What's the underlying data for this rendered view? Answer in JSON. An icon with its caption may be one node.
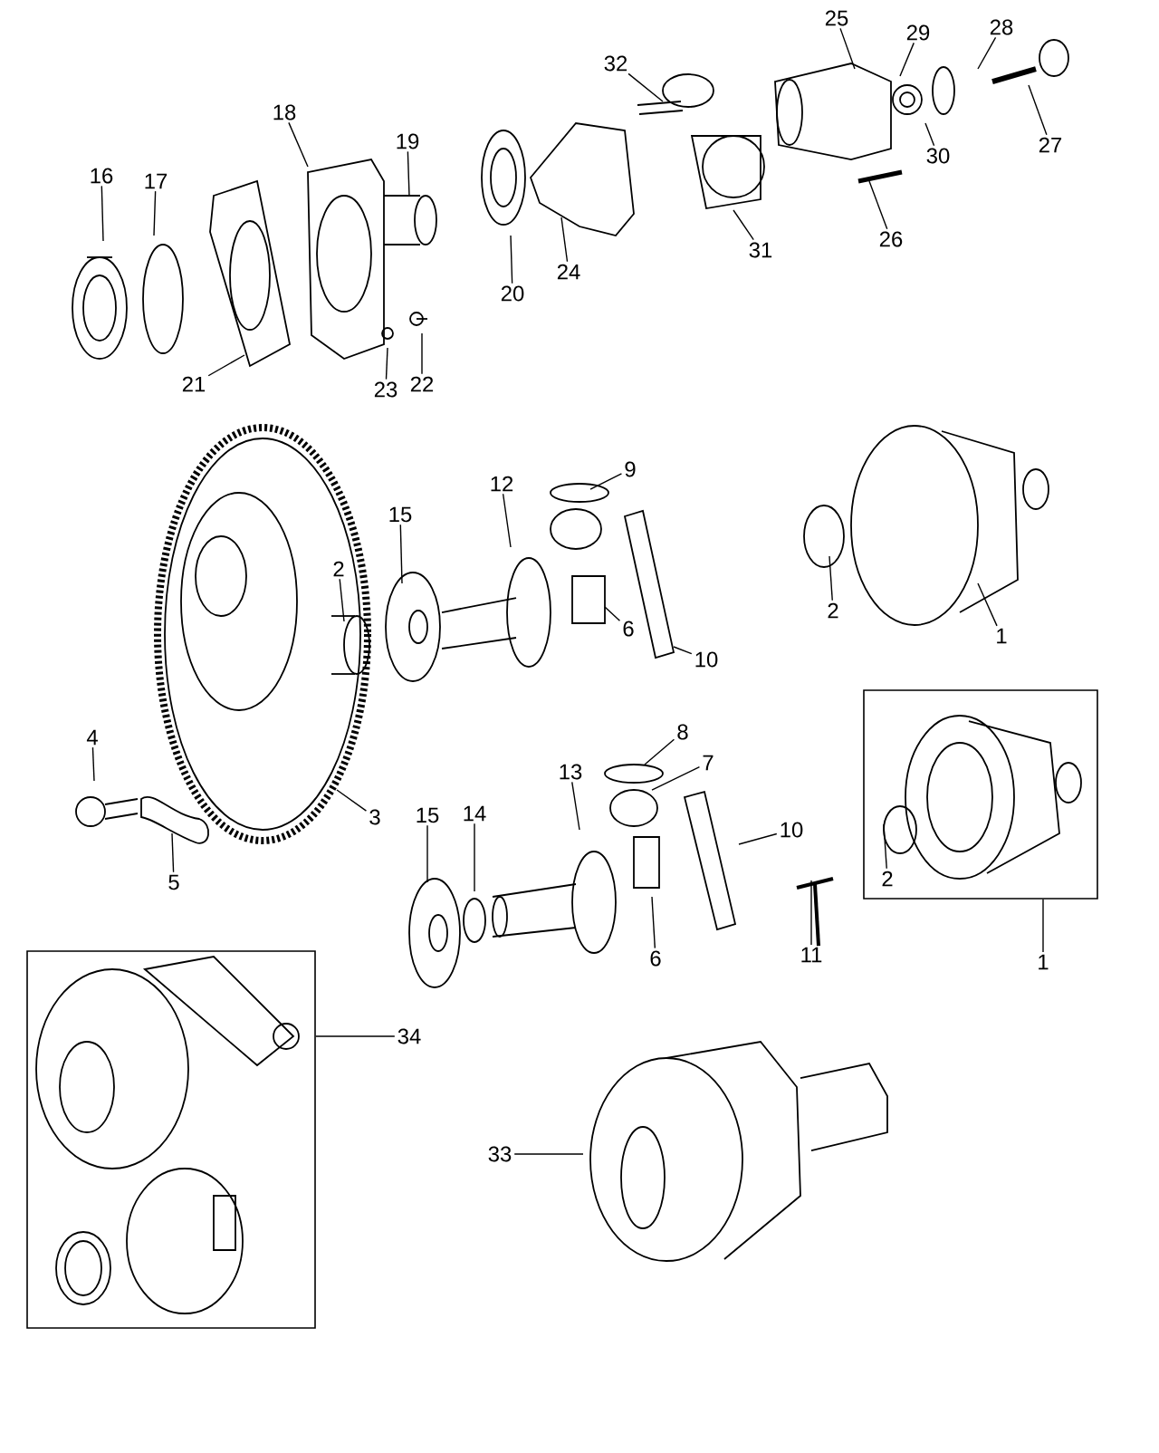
{
  "diagram": {
    "nodes": [
      {
        "text": [
          "32"
        ]
      },
      {
        "text": [
          "25"
        ]
      },
      {
        "text": [
          "29"
        ]
      },
      {
        "text": [
          "28"
        ]
      },
      {
        "text": [
          "18"
        ]
      },
      {
        "text": [
          "19"
        ]
      },
      {
        "text": [
          "16"
        ]
      },
      {
        "text": [
          "17"
        ]
      },
      {
        "text": [
          "27"
        ]
      },
      {
        "text": [
          "30"
        ]
      },
      {
        "text": [
          "26"
        ]
      },
      {
        "text": [
          "31"
        ]
      },
      {
        "text": [
          "24"
        ]
      },
      {
        "text": [
          "20"
        ]
      },
      {
        "text": [
          "21"
        ]
      },
      {
        "text": [
          "23"
        ]
      },
      {
        "text": [
          "22"
        ]
      },
      {
        "text": [
          "9"
        ]
      },
      {
        "text": [
          "12"
        ]
      },
      {
        "text": [
          "15"
        ]
      },
      {
        "text": [
          "2"
        ]
      },
      {
        "text": [
          "6"
        ]
      },
      {
        "text": [
          "10"
        ]
      },
      {
        "text": [
          "2"
        ]
      },
      {
        "text": [
          "1"
        ]
      },
      {
        "text": [
          "8"
        ]
      },
      {
        "text": [
          "4"
        ]
      },
      {
        "text": [
          "7"
        ]
      },
      {
        "text": [
          "13"
        ]
      },
      {
        "text": [
          "15"
        ]
      },
      {
        "text": [
          "14"
        ]
      },
      {
        "text": [
          "3"
        ]
      },
      {
        "text": [
          "10"
        ]
      },
      {
        "text": [
          "5"
        ]
      },
      {
        "text": [],
        "shape": "box"
      },
      {
        "text": [
          "2"
        ],
        "in": 34
      },
      {
        "text": [
          "6"
        ]
      },
      {
        "text": [
          "11"
        ]
      },
      {
        "text": [
          "1"
        ]
      },
      {
        "text": [],
        "shape": "box"
      },
      {
        "text": [
          "34"
        ]
      },
      {
        "text": [
          "33"
        ]
      }
    ],
    "edges": [
      {
        "from": 0,
        "to": null,
        "arrow": "none"
      },
      {
        "from": 1,
        "to": null,
        "arrow": "none"
      },
      {
        "from": 2,
        "to": null,
        "arrow": "none"
      },
      {
        "from": 3,
        "to": null,
        "arrow": "none"
      },
      {
        "from": 4,
        "to": null,
        "arrow": "none"
      },
      {
        "from": 5,
        "to": null,
        "arrow": "none"
      },
      {
        "from": 6,
        "to": null,
        "arrow": "none"
      },
      {
        "from": 7,
        "to": null,
        "arrow": "none"
      },
      {
        "from": 8,
        "to": null,
        "arrow": "none"
      },
      {
        "from": 9,
        "to": null,
        "arrow": "none"
      },
      {
        "from": 10,
        "to": null,
        "arrow": "none"
      },
      {
        "from": 11,
        "to": null,
        "arrow": "none"
      },
      {
        "from": 12,
        "to": null,
        "arrow": "none"
      },
      {
        "from": 13,
        "to": null,
        "arrow": "none"
      },
      {
        "from": 14,
        "to": null,
        "arrow": "none"
      },
      {
        "from": 15,
        "to": null,
        "arrow": "none"
      },
      {
        "from": 16,
        "to": null,
        "arrow": "none"
      },
      {
        "from": 17,
        "to": null,
        "arrow": "none"
      },
      {
        "from": 18,
        "to": null,
        "arrow": "none"
      },
      {
        "from": 19,
        "to": null,
        "arrow": "none"
      },
      {
        "from": 20,
        "to": null,
        "arrow": "none"
      },
      {
        "from": 21,
        "to": null,
        "arrow": "none"
      },
      {
        "from": 22,
        "to": null,
        "arrow": "none"
      },
      {
        "from": 23,
        "to": null,
        "arrow": "none"
      },
      {
        "from": 24,
        "to": null,
        "arrow": "none"
      },
      {
        "from": 25,
        "to": null,
        "arrow": "none"
      },
      {
        "from": 26,
        "to": null,
        "arrow": "none"
      },
      {
        "from": 27,
        "to": null,
        "arrow": "none"
      },
      {
        "from": 28,
        "to": null,
        "arrow": "none"
      },
      {
        "from": 29,
        "to": null,
        "arrow": "none"
      },
      {
        "from": 30,
        "to": null,
        "arrow": "none"
      },
      {
        "from": 31,
        "to": null,
        "arrow": "none"
      },
      {
        "from": 32,
        "to": null,
        "arrow": "none"
      },
      {
        "from": 33,
        "to": null,
        "arrow": "none"
      },
      {
        "from": 35,
        "to": null,
        "arrow": "none"
      },
      {
        "from": 36,
        "to": null,
        "arrow": "none"
      },
      {
        "from": 37,
        "to": null,
        "arrow": "none"
      },
      {
        "from": 38,
        "to": 34,
        "arrow": "none"
      },
      {
        "from": 40,
        "to": 39,
        "arrow": "none"
      },
      {
        "from": 41,
        "to": null,
        "arrow": "none"
      }
    ]
  }
}
